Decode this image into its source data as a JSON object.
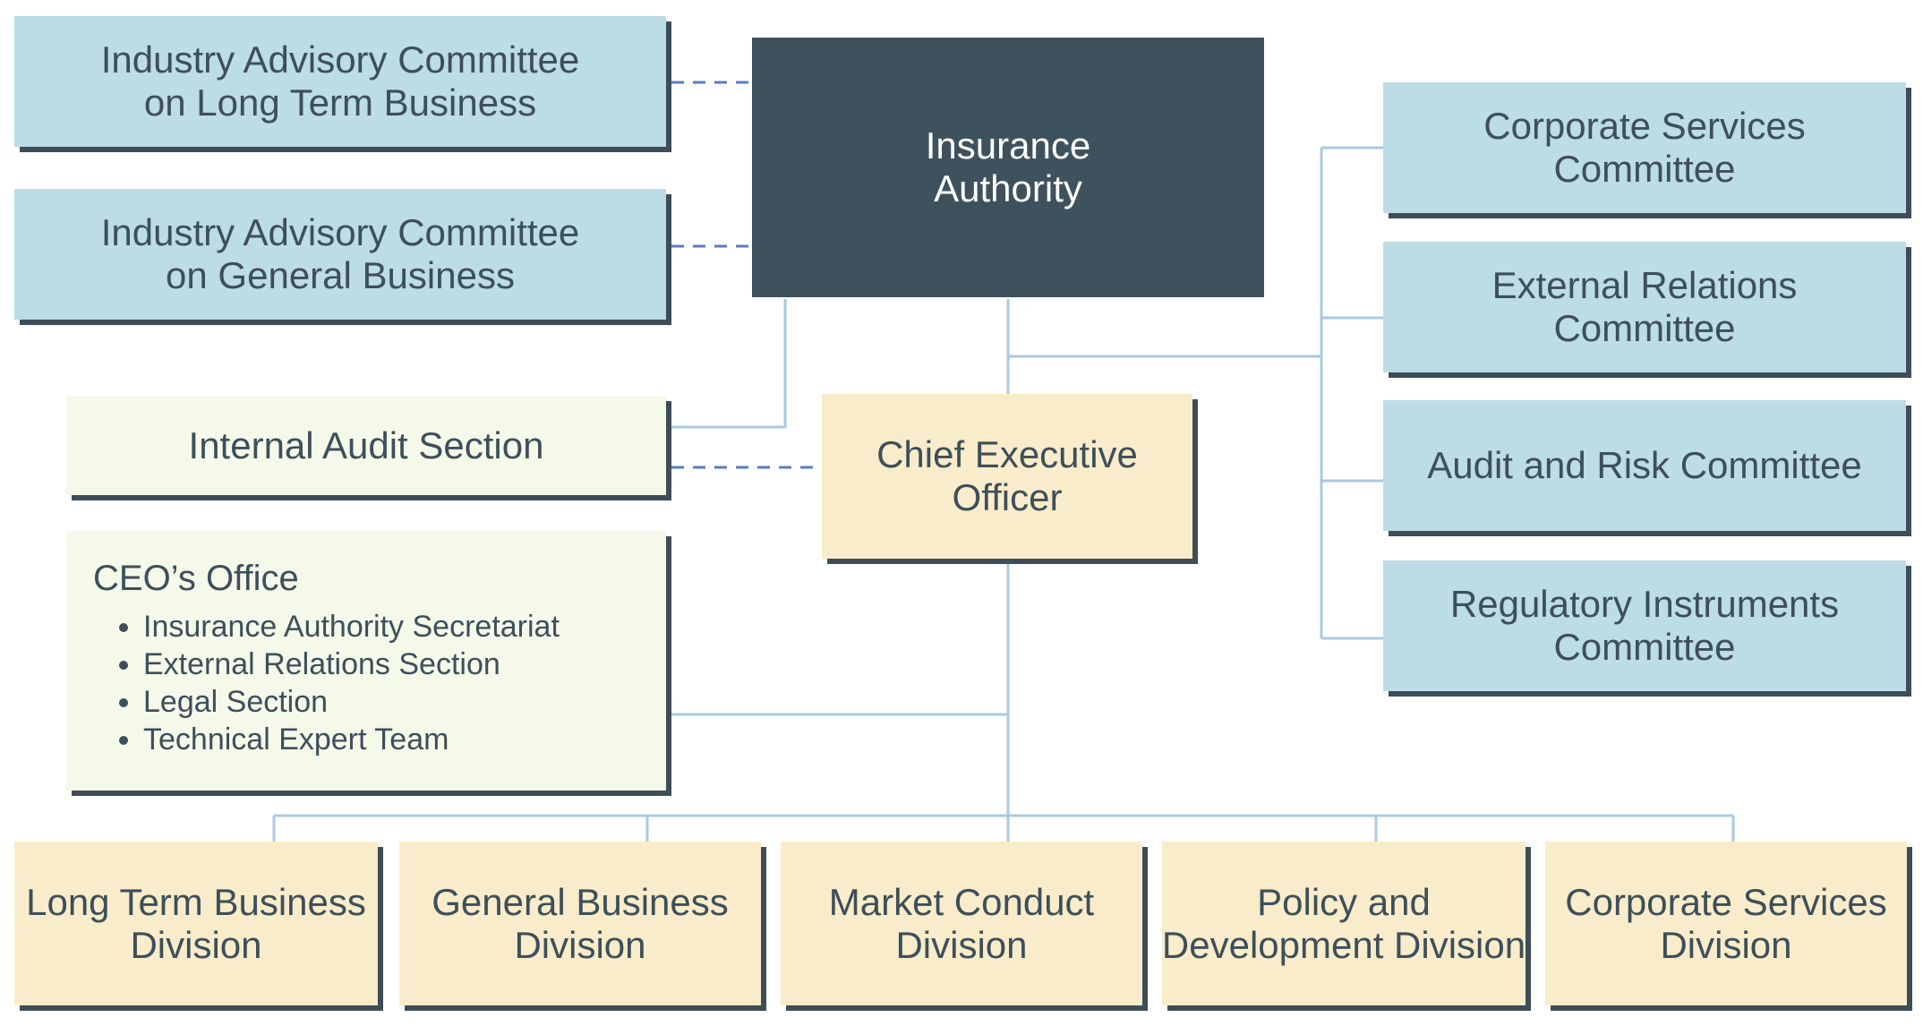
{
  "authority": {
    "line1": "Insurance",
    "line2": "Authority"
  },
  "advisory_committees": [
    {
      "line1": "Industry Advisory Committee",
      "line2": "on Long Term Business"
    },
    {
      "line1": "Industry Advisory Committee",
      "line2": "on General Business"
    }
  ],
  "committees": [
    {
      "line1": "Corporate Services",
      "line2": "Committee"
    },
    {
      "line1": "External Relations",
      "line2": "Committee"
    },
    {
      "line1": "Audit and Risk Committee",
      "line2": ""
    },
    {
      "line1": "Regulatory Instruments",
      "line2": "Committee"
    }
  ],
  "internal_audit": {
    "label": "Internal Audit Section"
  },
  "ceo": {
    "line1": "Chief Executive",
    "line2": "Officer"
  },
  "ceo_office": {
    "title": "CEO’s Office",
    "items": [
      "Insurance Authority Secretariat",
      "External Relations Section",
      "Legal Section",
      "Technical Expert Team"
    ]
  },
  "divisions": [
    {
      "line1": "Long Term Business",
      "line2": "Division"
    },
    {
      "line1": "General Business",
      "line2": "Division"
    },
    {
      "line1": "Market Conduct",
      "line2": "Division"
    },
    {
      "line1": "Policy and",
      "line2": "Development Division"
    },
    {
      "line1": "Corporate Services",
      "line2": "Division"
    }
  ],
  "colors": {
    "committee_fill": "#bcdce6",
    "authority_fill": "#3d525c",
    "ceo_fill": "#f9ecca",
    "office_fill": "#f5f9ea",
    "connector": "#a9c9e2",
    "dashed_connector": "#5b7cc2"
  }
}
